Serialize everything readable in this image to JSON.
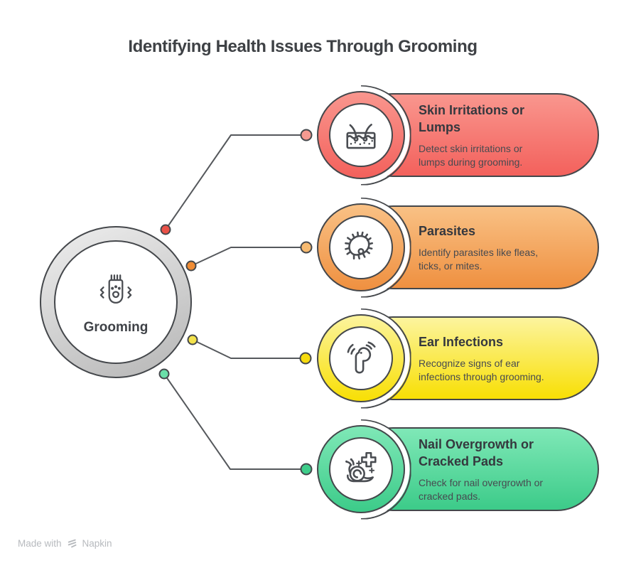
{
  "title": "Identifying Health Issues Through Grooming",
  "center_node": {
    "label": "Grooming",
    "icon": "pet-clipper-icon"
  },
  "cards": [
    {
      "title": "Skin Irritations or\nLumps",
      "description": "Detect skin irritations or\nlumps during grooming.",
      "icon": "skin-follicle-icon",
      "colors": {
        "top": "#F9968E",
        "bottom": "#F3615C",
        "dot_hub": "#EA5248",
        "dot_card": "#F59A91"
      }
    },
    {
      "title": "Parasites",
      "description": "Identify parasites like fleas,\nticks, or mites.",
      "icon": "flea-parasite-icon",
      "colors": {
        "top": "#F9C185",
        "bottom": "#EF9040",
        "dot_hub": "#F08C34",
        "dot_card": "#F7BA70"
      }
    },
    {
      "title": "Ear Infections",
      "description": "Recognize signs of ear\ninfections through grooming.",
      "icon": "ear-icon",
      "colors": {
        "top": "#FCF49E",
        "bottom": "#F8DF04",
        "dot_hub": "#F3E24C",
        "dot_card": "#F6DB0E"
      }
    },
    {
      "title": "Nail Overgrowth or\nCracked Pads",
      "description": "Check for nail overgrowth or\ncracked pads.",
      "icon": "snail-health-icon",
      "colors": {
        "top": "#7FE8B7",
        "bottom": "#3CCB89",
        "dot_hub": "#6ADFA9",
        "dot_card": "#3ECD8A"
      }
    }
  ],
  "footer": {
    "made_with": "Made with",
    "brand": "Napkin"
  },
  "theme": {
    "background": "#FFFFFF",
    "outline": "#44474B",
    "connector_line": "#55585C",
    "title_color": "#3E4145",
    "card_title_color": "#35383E",
    "card_desc_color": "#474A50",
    "center_ring_top": "#EAEAEA",
    "center_ring_bottom": "#BABABA"
  }
}
